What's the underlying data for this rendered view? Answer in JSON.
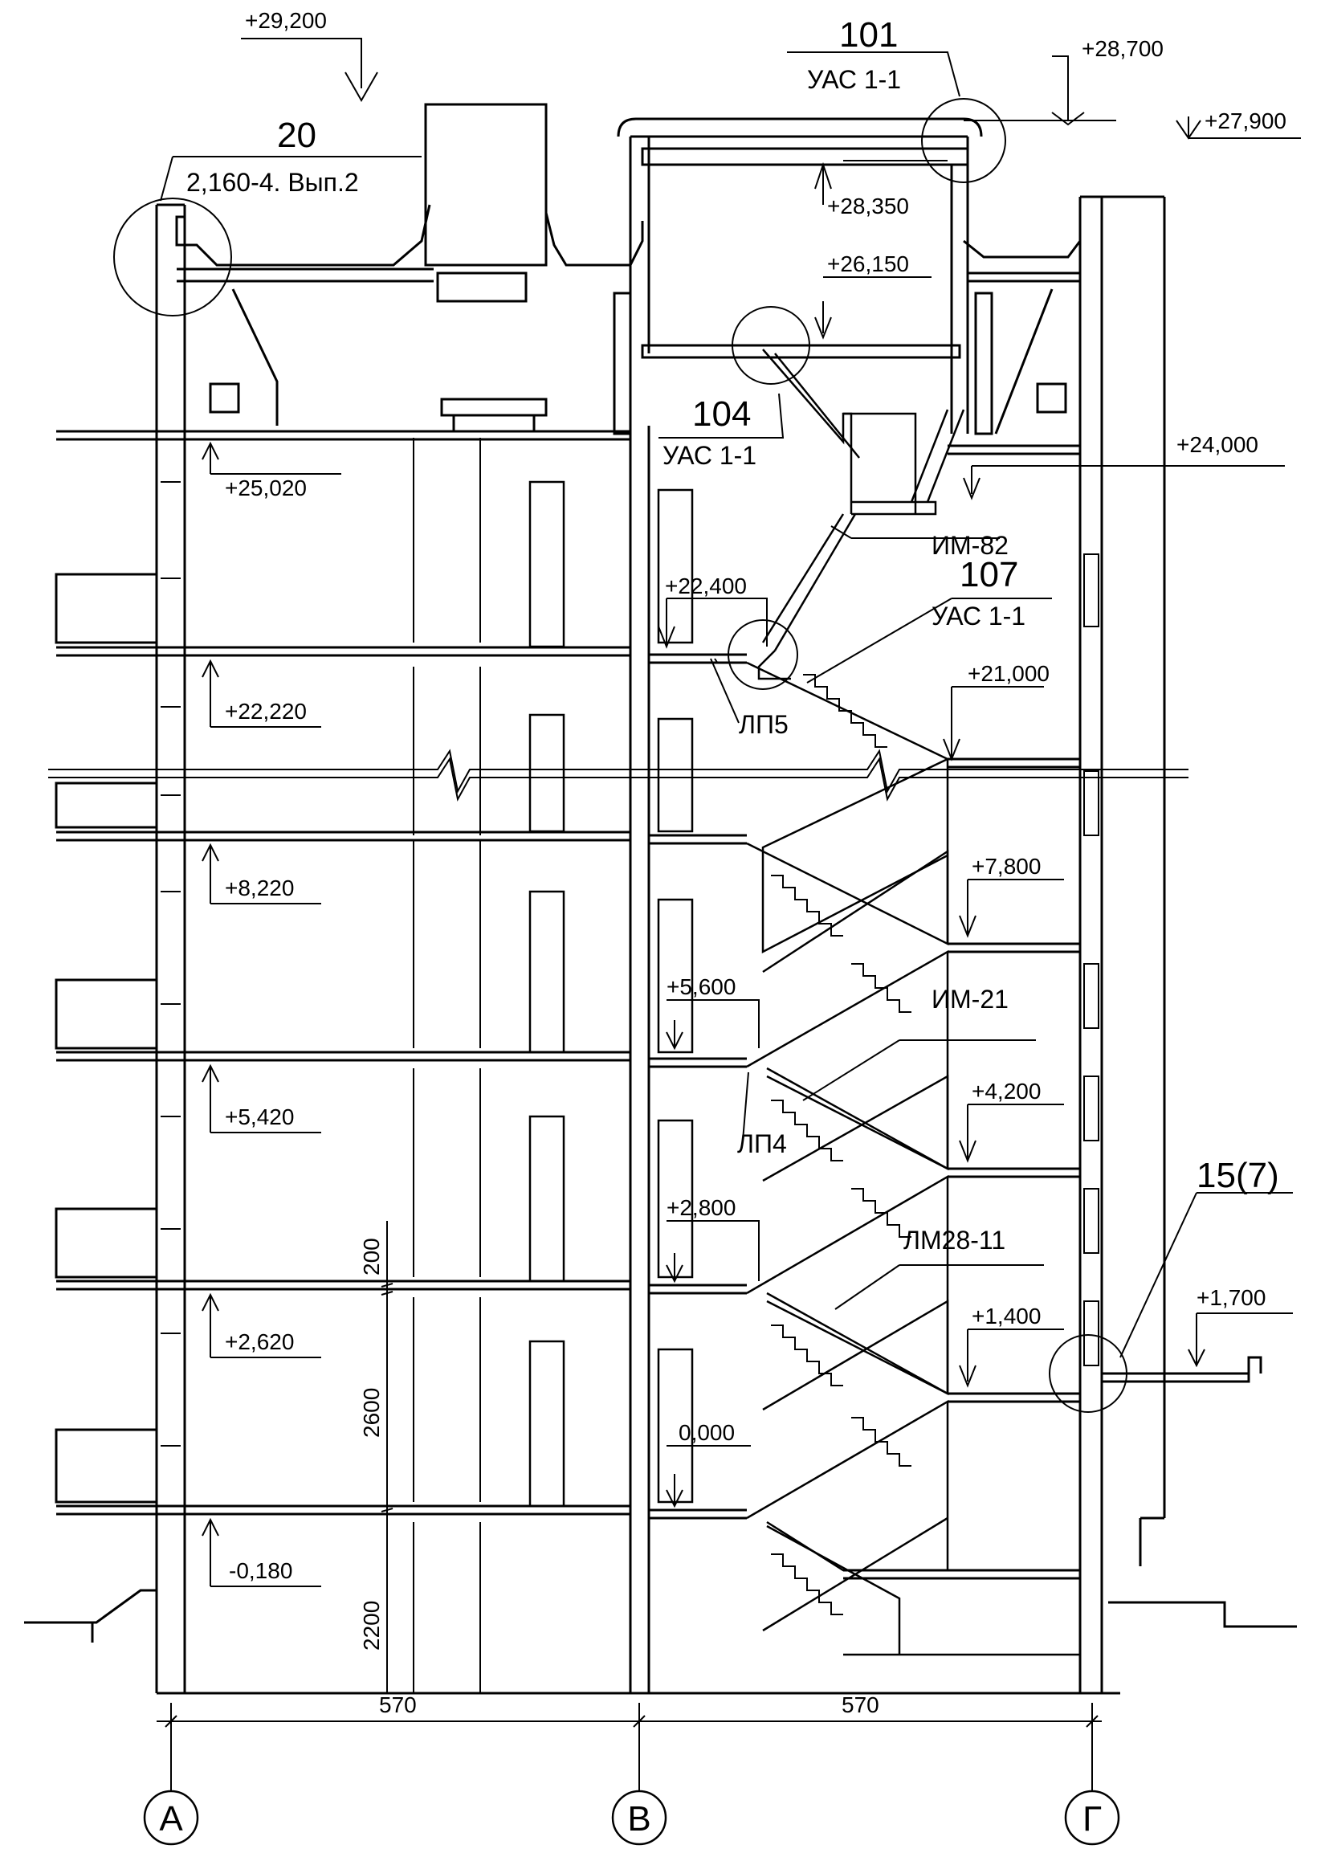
{
  "elevations": {
    "e29200": "+29,200",
    "e28700": "+28,700",
    "e27900": "+27,900",
    "e28350": "+28,350",
    "e26150": "+26,150",
    "e25020": "+25,020",
    "e24000": "+24,000",
    "e22400": "+22,400",
    "e22220": "+22,220",
    "e21000": "+21,000",
    "e8220": "+8,220",
    "e7800": "+7,800",
    "e5600": "+5,600",
    "e5420": "+5,420",
    "e4200": "+4,200",
    "e2800": "+2,800",
    "e2620": "+2,620",
    "e1700": "+1,700",
    "e1400": "+1,400",
    "e0000": "0,000",
    "em180": "-0,180"
  },
  "callouts": {
    "c20_num": "20",
    "c20_ref": "2,160-4. Вып.2",
    "c101_num": "101",
    "c101_ref": "УАС 1-1",
    "c104_num": "104",
    "c104_ref": "УАС 1-1",
    "c107_num": "107",
    "c107_ref": "УАС 1-1",
    "c15_num": "15(7)"
  },
  "elements": {
    "im82": "ИМ-82",
    "lp5": "ЛП5",
    "im21": "ИМ-21",
    "lp4": "ЛП4",
    "lm28": "ЛМ28-11"
  },
  "dimensions": {
    "d200": "200",
    "d2600": "2600",
    "d2200": "2200",
    "span_ab": "570",
    "span_bg": "570"
  },
  "axes": {
    "a": "А",
    "b": "В",
    "g": "Г"
  }
}
